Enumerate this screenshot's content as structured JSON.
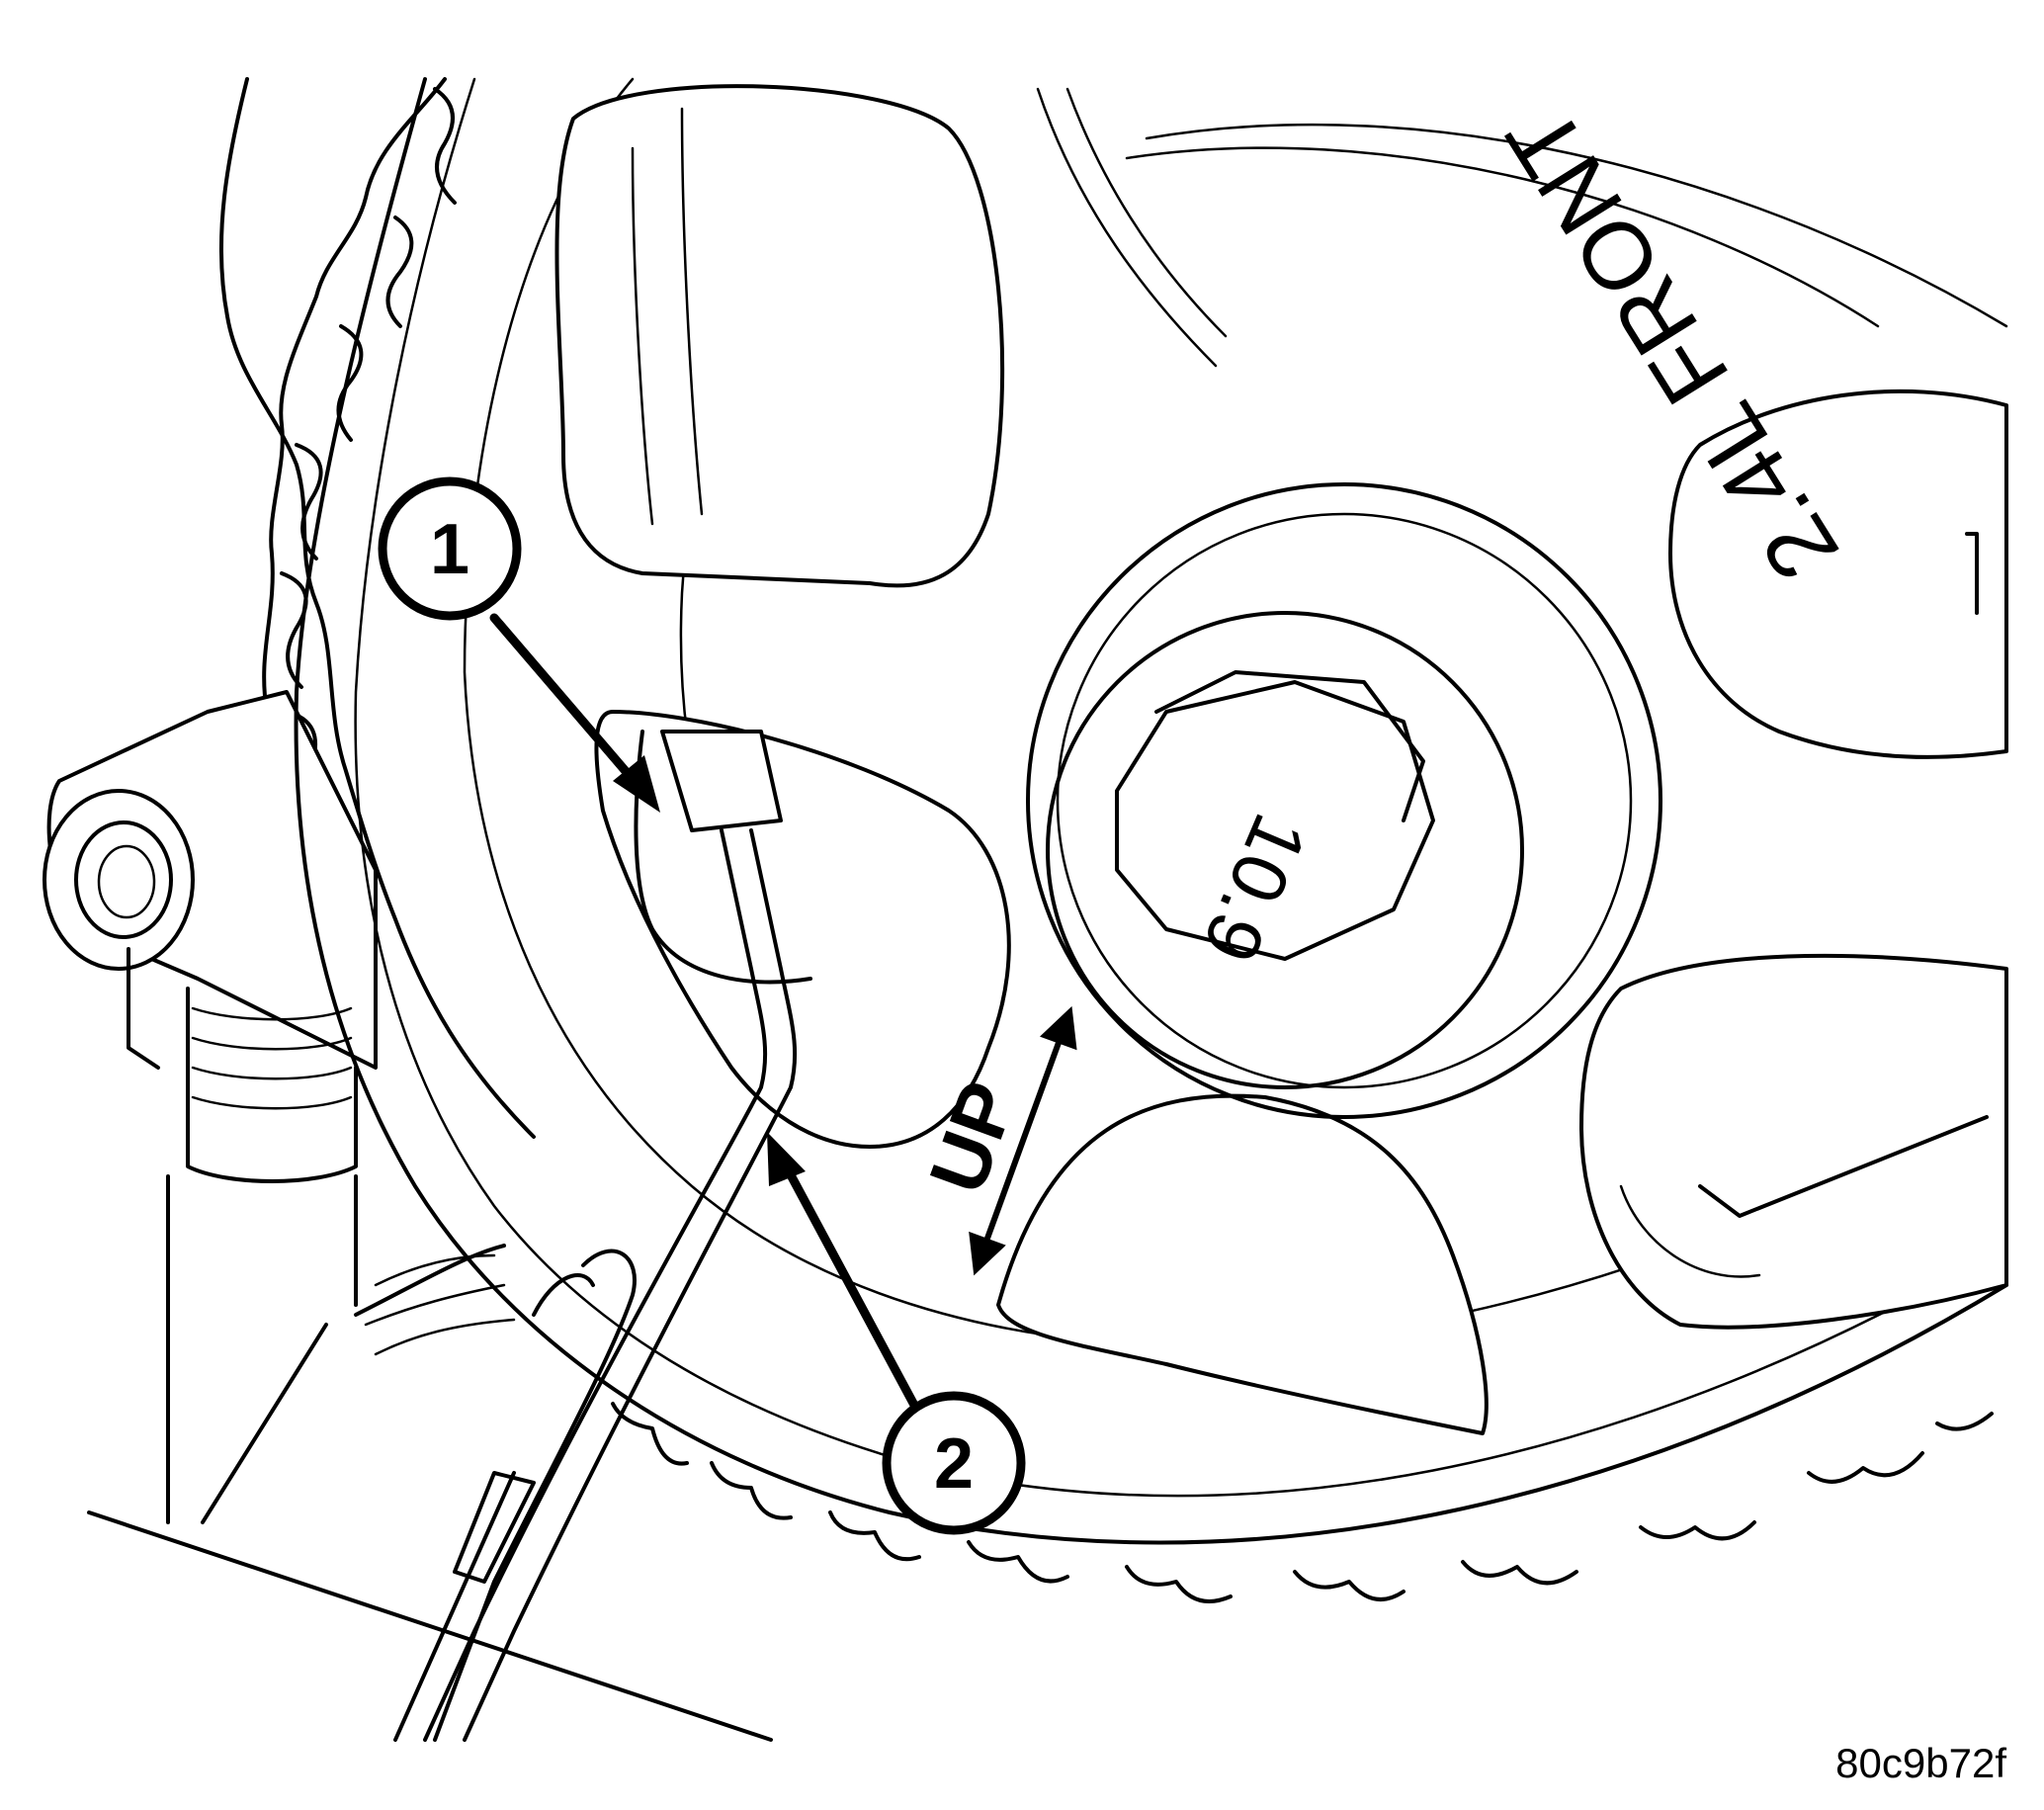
{
  "callouts": [
    {
      "number": "1",
      "target": "camshaft-sprocket-timing-mark"
    },
    {
      "number": "2",
      "target": "timing-mark-tool"
    }
  ],
  "markings": {
    "engine": "2.4L FRONT",
    "bolt_grade": "10.9",
    "direction": "UP"
  },
  "figure_code": "80c9b72f"
}
